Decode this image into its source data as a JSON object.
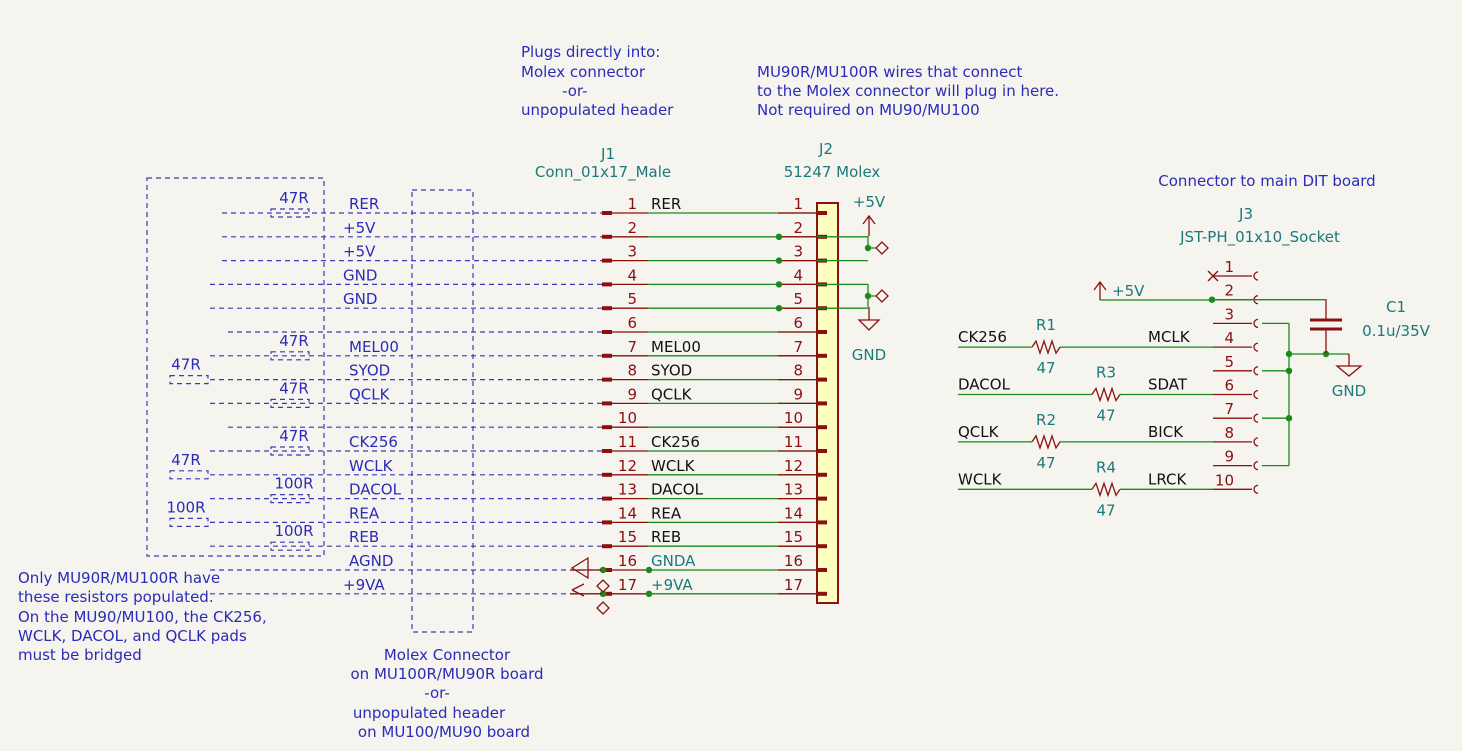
{
  "notes": {
    "plugs": [
      "Plugs directly into:",
      "Molex connector",
      "-or-",
      "unpopulated header"
    ],
    "mu90r": [
      "MU90R/MU100R wires that connect",
      "to the Molex connector will plug in here.",
      "Not required on MU90/MU100"
    ],
    "resistors": [
      "Only MU90R/MU100R have",
      "these resistors populated.",
      "On the MU90/MU100, the CK256,",
      "WCLK, DACOL, and QCLK pads",
      "must be bridged"
    ],
    "molex": [
      "Molex Connector",
      "on MU100R/MU90R board",
      "-or-",
      "unpopulated header",
      "on MU100/MU90 board"
    ],
    "dit": "Connector to main DIT board"
  },
  "j1": {
    "ref": "J1",
    "value": "Conn_01x17_Male"
  },
  "j2": {
    "ref": "J2",
    "value": "51247 Molex"
  },
  "j3": {
    "ref": "J3",
    "value": "JST-PH_01x10_Socket"
  },
  "c1": {
    "ref": "C1",
    "value": "0.1u/35V"
  },
  "power": {
    "p5v": "+5V",
    "gnd": "GND"
  },
  "pins": [
    "1",
    "2",
    "3",
    "4",
    "5",
    "6",
    "7",
    "8",
    "9",
    "10",
    "11",
    "12",
    "13",
    "14",
    "15",
    "16",
    "17"
  ],
  "j1_nets": [
    "RER",
    "",
    "",
    "",
    "",
    "",
    "MEL00",
    "SYOD",
    "QCLK",
    "",
    "CK256",
    "WCLK",
    "DACOL",
    "REA",
    "REB",
    "GNDA",
    "+9VA"
  ],
  "left_nets": [
    "RER",
    "+5V",
    "+5V",
    "GND",
    "GND",
    "",
    "MEL00",
    "SYOD",
    "QCLK",
    "",
    "CK256",
    "WCLK",
    "DACOL",
    "REA",
    "REB",
    "AGND",
    "+9VA"
  ],
  "left_res": [
    {
      "label": "47R",
      "row": 0,
      "col": "inner"
    },
    {
      "label": "47R",
      "row": 6,
      "col": "inner"
    },
    {
      "label": "47R",
      "row": 7,
      "col": "outer"
    },
    {
      "label": "47R",
      "row": 8,
      "col": "inner"
    },
    {
      "label": "47R",
      "row": 10,
      "col": "inner"
    },
    {
      "label": "47R",
      "row": 11,
      "col": "outer"
    },
    {
      "label": "100R",
      "row": 12,
      "col": "inner"
    },
    {
      "label": "100R",
      "row": 13,
      "col": "outer"
    },
    {
      "label": "100R",
      "row": 14,
      "col": "inner"
    }
  ],
  "j3_pins": [
    "1",
    "2",
    "3",
    "4",
    "5",
    "6",
    "7",
    "8",
    "9",
    "10"
  ],
  "right_res": [
    {
      "ref": "R1",
      "value": "47",
      "net_in": "CK256",
      "net_out": "MCLK"
    },
    {
      "ref": "R3",
      "value": "47",
      "net_in": "DACOL",
      "net_out": "SDAT"
    },
    {
      "ref": "R2",
      "value": "47",
      "net_in": "QCLK",
      "net_out": "BICK"
    },
    {
      "ref": "R4",
      "value": "47",
      "net_in": "WCLK",
      "net_out": "LRCK"
    }
  ]
}
